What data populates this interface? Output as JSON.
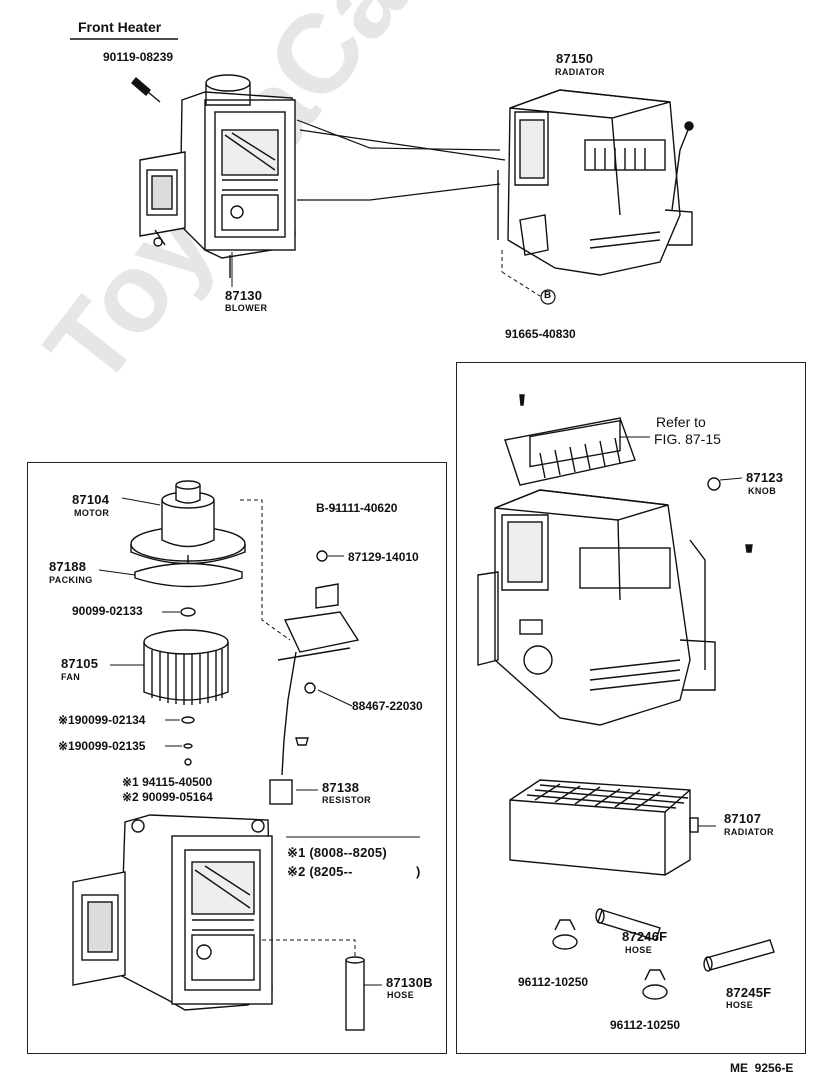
{
  "title": "Front Heater",
  "watermark": "ToyotaCarMina.ru",
  "top": {
    "bolt": "90119-08239",
    "radiator_pn": "87150",
    "radiator_name": "RADIATOR",
    "blower_pn": "87130",
    "blower_name": "BLOWER",
    "screw_b": "91665-40830",
    "b_mark": "B"
  },
  "left_box": {
    "motor_pn": "87104",
    "motor_name": "MOTOR",
    "packing_pn": "87188",
    "packing_name": "PACKING",
    "washer": "90099-02133",
    "fan_pn": "87105",
    "fan_name": "FAN",
    "s1_part": "※190099-02134",
    "s1_part2": "※190099-02135",
    "s_pair1": "※1 94115-40500",
    "s_pair2": "※2 90099-05164",
    "b_screw": "B-91111-40620",
    "grommet": "87129-14010",
    "clip": "88467-22030",
    "resistor_pn": "87138",
    "resistor_name": "RESISTOR",
    "note1": "※1 (8008--8205)",
    "note2": "※2 (8205--",
    "note2_close": ")",
    "hose_pn": "87130B",
    "hose_name": "HOSE"
  },
  "right_box": {
    "refer1": "Refer to",
    "refer2": "FIG. 87-15",
    "knob_pn": "87123",
    "knob_name": "KNOB",
    "radiator_pn": "87107",
    "radiator_name": "RADIATOR",
    "clamp1": "96112-10250",
    "clamp2": "96112-10250",
    "hose1_pn": "87246F",
    "hose1_name": "HOSE",
    "hose2_pn": "87245F",
    "hose2_name": "HOSE"
  },
  "footer": "ME  9256-E"
}
